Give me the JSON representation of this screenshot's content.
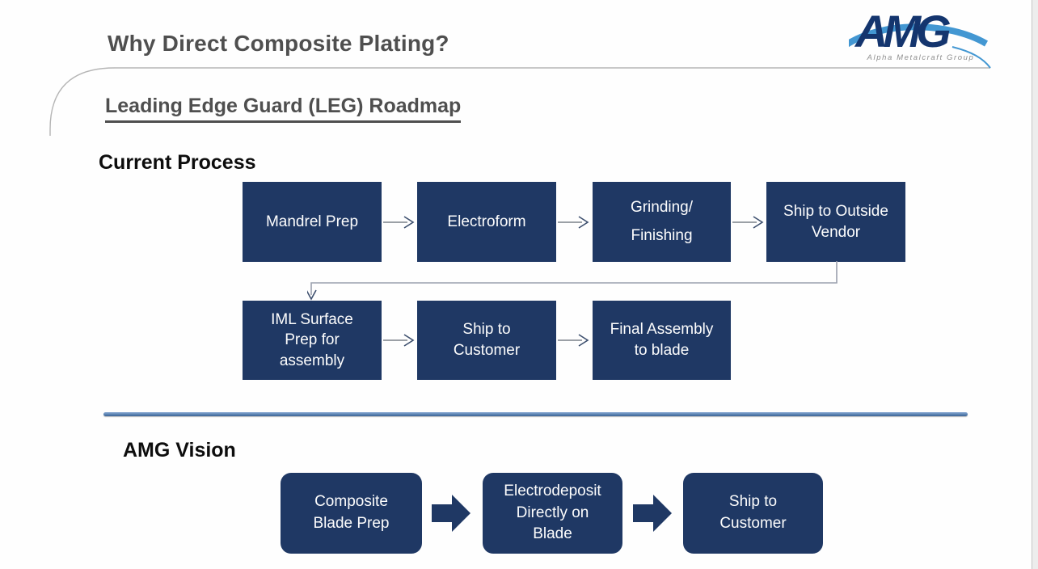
{
  "slide": {
    "title": "Why Direct Composite Plating?",
    "heading": "Leading Edge Guard (LEG) Roadmap"
  },
  "logo": {
    "text": "AMG",
    "subtitle": "Alpha Metalcraft Group"
  },
  "current_process": {
    "label": "Current Process",
    "row1": [
      {
        "label": "Mandrel Prep"
      },
      {
        "label": "Electroform"
      },
      {
        "label": "Grinding/\nFinishing"
      },
      {
        "label": "Ship to Outside\nVendor"
      }
    ],
    "row2": [
      {
        "label": "IML Surface\nPrep for\nassembly"
      },
      {
        "label": "Ship to\nCustomer"
      },
      {
        "label": "Final Assembly\nto blade"
      }
    ]
  },
  "vision": {
    "label": "AMG Vision",
    "steps": [
      {
        "label": "Composite\nBlade Prep"
      },
      {
        "label": "Electrodeposit\nDirectly on\nBlade"
      },
      {
        "label": "Ship to\nCustomer"
      }
    ]
  },
  "colors": {
    "box_navy": "#1f3864",
    "divider_blue": "#5b83b1",
    "title_gray": "#4f4f4f",
    "swoosh_blue": "#4397d2",
    "connector_gray": "#9aa0ad",
    "arrow_line": "#7a8089",
    "arrow_head": "#3d4f6e"
  }
}
